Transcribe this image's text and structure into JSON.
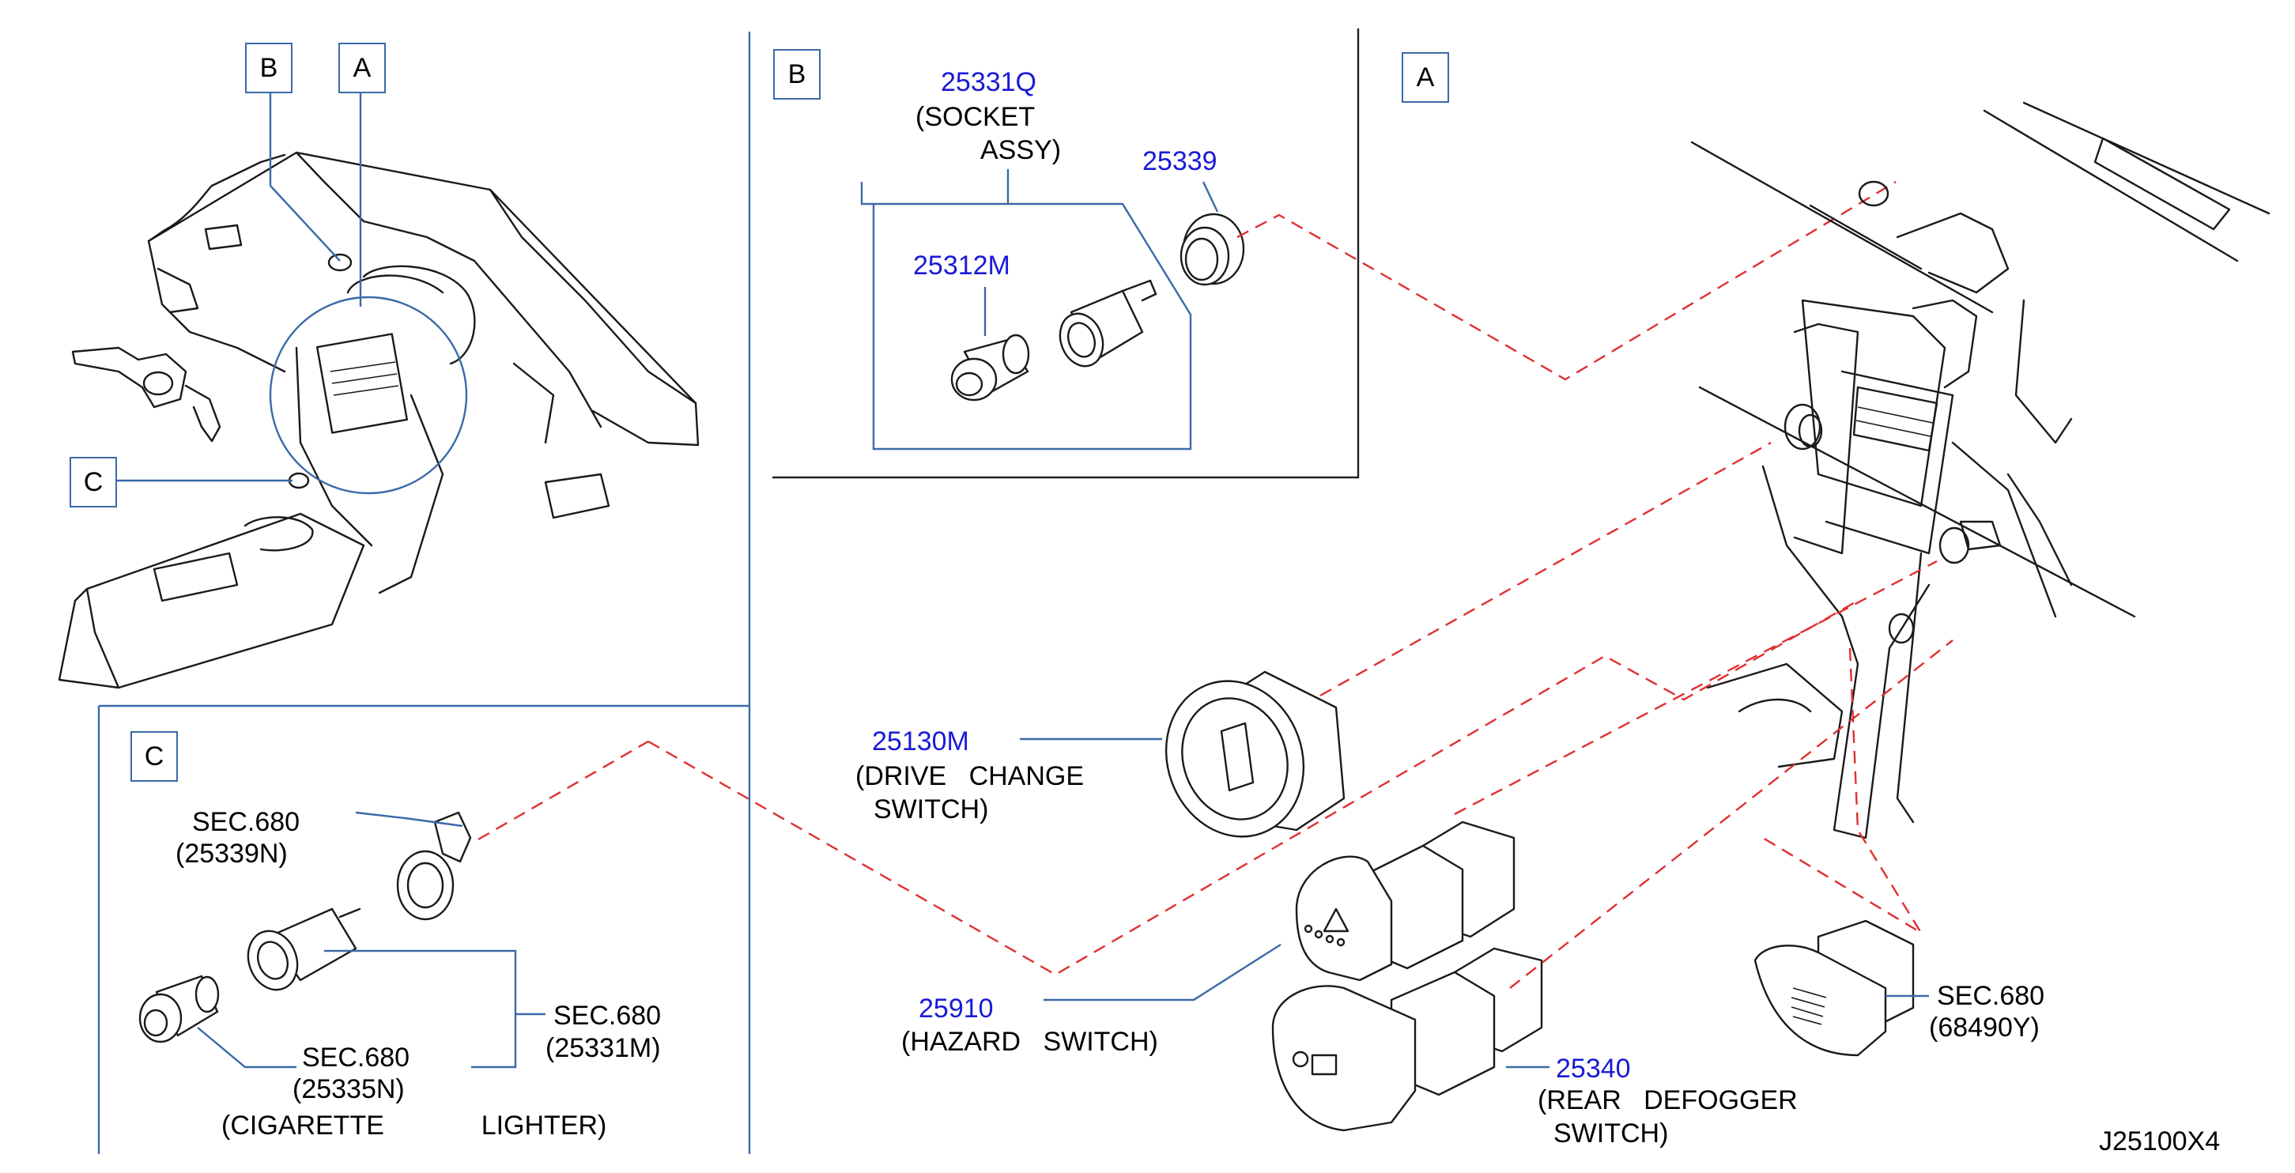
{
  "diagram": {
    "code": "J25100X4",
    "callout_boxes": [
      {
        "id": "box-b-overview",
        "text": "B"
      },
      {
        "id": "box-a-overview",
        "text": "A"
      },
      {
        "id": "box-c-overview",
        "text": "C"
      },
      {
        "id": "box-b-detail",
        "text": "B"
      },
      {
        "id": "box-a-detail",
        "text": "A"
      },
      {
        "id": "box-c-detail",
        "text": "C"
      }
    ],
    "detail_b": {
      "socket_assy": {
        "part": "25331Q",
        "desc_line1": "(SOCKET",
        "desc_line2": "ASSY)"
      },
      "ring": {
        "part": "25339"
      },
      "plug": {
        "part": "25312M"
      }
    },
    "detail_a": {
      "drive_change_switch": {
        "part": "25130M",
        "desc_line1": "(DRIVE   CHANGE",
        "desc_line2": "SWITCH)"
      },
      "hazard_switch": {
        "part": "25910",
        "desc_line1": "(HAZARD   SWITCH)"
      },
      "rear_defogger_switch": {
        "part": "25340",
        "desc_line1": "(REAR   DEFOGGER",
        "desc_line2": "SWITCH)"
      },
      "blank_cover": {
        "ref_line1": "SEC.680",
        "ref_line2": "(68490Y)"
      }
    },
    "detail_c": {
      "ring": {
        "ref_line1": "SEC.680",
        "ref_line2": "(25339N)"
      },
      "socket": {
        "ref_line1": "SEC.680",
        "ref_line2": "(25331M)"
      },
      "plug": {
        "ref_line1": "SEC.680",
        "ref_line2": "(25335N)"
      },
      "caption": "(CIGARETTE             LIGHTER)"
    },
    "colors": {
      "part_number": "#1a1ad6",
      "leader": "#3a6aa8",
      "dashed": "#e03030"
    }
  }
}
